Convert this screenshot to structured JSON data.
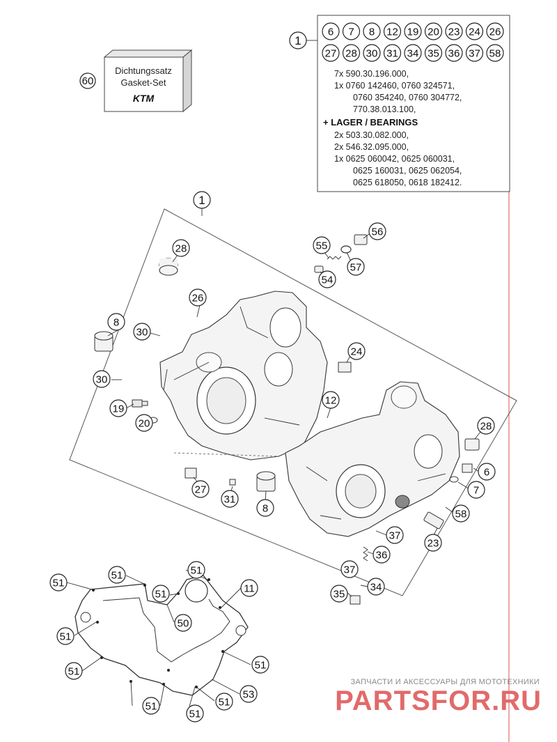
{
  "gasket_box": {
    "callout": "60",
    "line1": "Dichtungssatz",
    "line2": "Gasket-Set",
    "brand": "KTM"
  },
  "kit_panel": {
    "callout": "1",
    "included_row1": [
      "6",
      "7",
      "8",
      "12",
      "19",
      "20",
      "23",
      "24",
      "26"
    ],
    "included_row2": [
      "27",
      "28",
      "30",
      "31",
      "34",
      "35",
      "36",
      "37",
      "58"
    ],
    "parts_lines": [
      "7x 590.30.196.000,",
      "1x 0760 142460, 0760 324571,",
      "0760 354240, 0760 304772,",
      "770.38.013.100,"
    ],
    "bearings_heading": "+ LAGER / BEARINGS",
    "bearing_lines": [
      "2x 503.30.082.000,",
      "2x 546.32.095.000,",
      "1x 0625 060042, 0625 060031,",
      "0625 160031, 0625 062054,",
      "0625 618050, 0618 182412."
    ]
  },
  "callouts": {
    "c1": "1",
    "c28a": "28",
    "c26": "26",
    "c8a": "8",
    "c30a": "30",
    "c30b": "30",
    "c19": "19",
    "c20": "20",
    "c27": "27",
    "c31": "31",
    "c8b": "8",
    "c55": "55",
    "c56": "56",
    "c57a": "57",
    "c54": "54",
    "c24": "24",
    "c12": "12",
    "c28b": "28",
    "c6": "6",
    "c7": "7",
    "c58": "58",
    "c37a": "37",
    "c23": "23",
    "c36": "36",
    "c37b": "37",
    "c34": "34",
    "c35": "35",
    "g51a": "51",
    "g51b": "51",
    "g51c": "51",
    "g51d": "51",
    "g51e": "51",
    "g51f": "51",
    "g51g": "51",
    "g51h": "51",
    "g51i": "51",
    "g51j": "51",
    "g11": "11",
    "g50": "50",
    "g53": "53"
  },
  "watermark": {
    "tagline": "ЗАПЧАСТИ И АКСЕССУАРЫ ДЛЯ МОТОТЕХНИКИ",
    "brand": "PARTSFOR.RU"
  }
}
